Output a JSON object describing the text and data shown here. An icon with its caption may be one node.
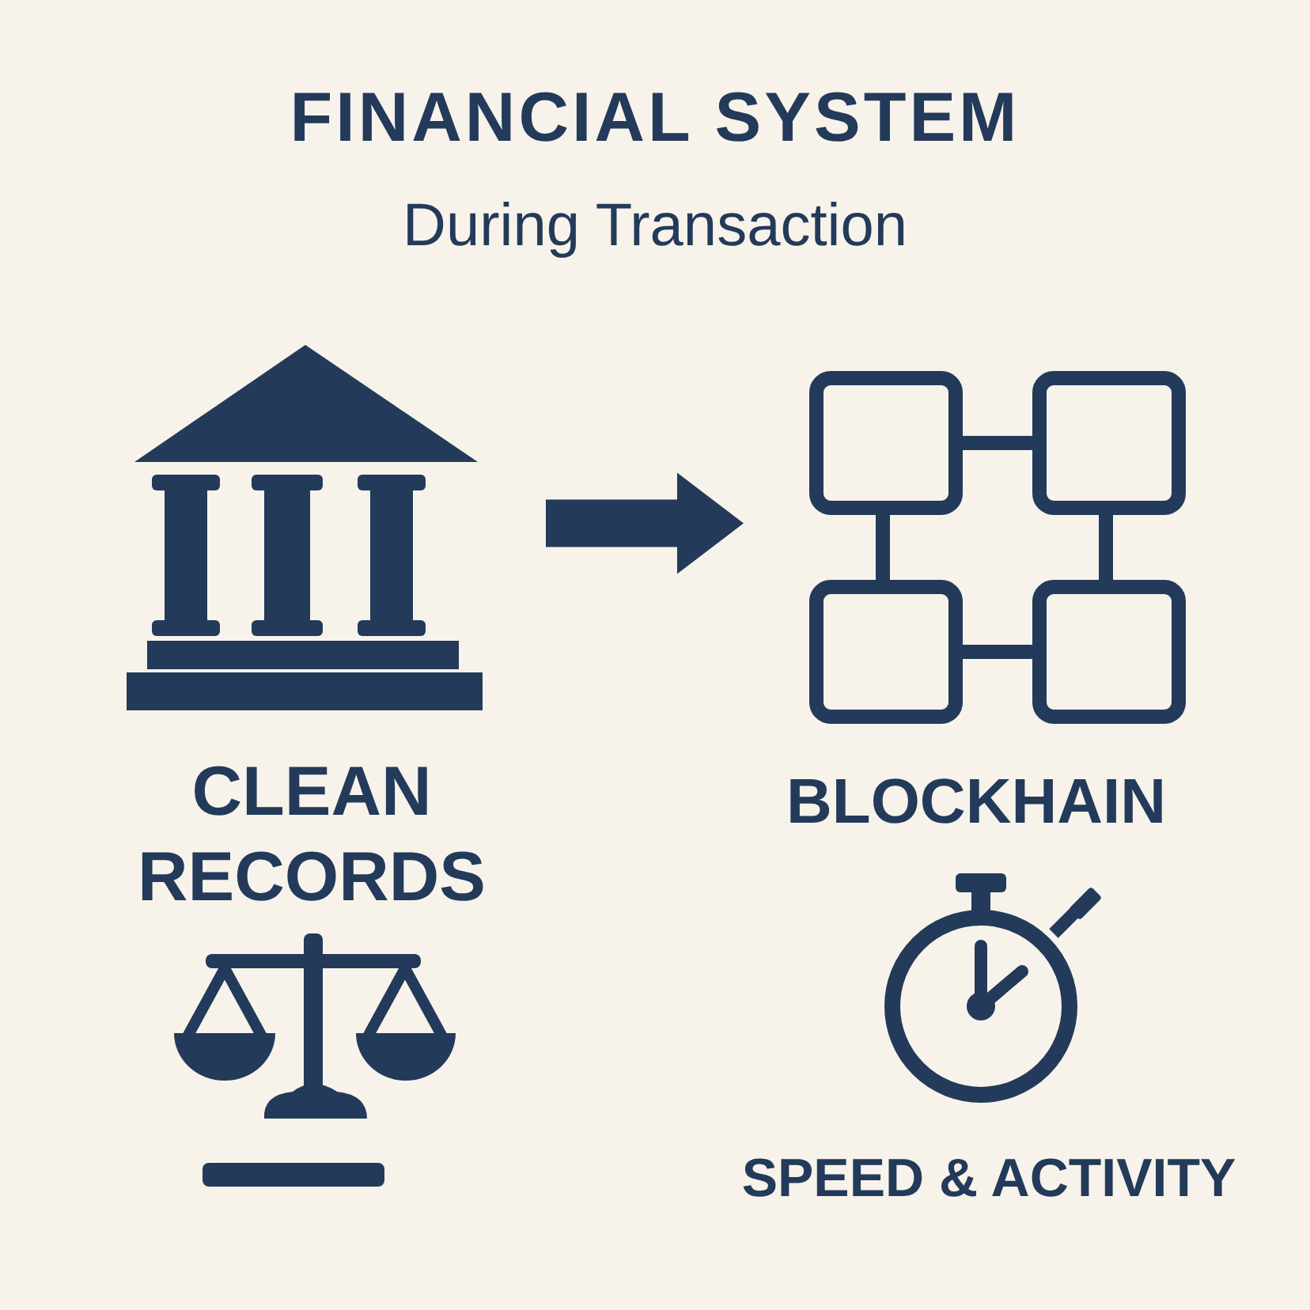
{
  "diagram": {
    "title": "FINANCIAL SYSTEM",
    "nodes": [
      {
        "text": [],
        "shape": "picture",
        "beside": [
          "CLEAN RECORDS"
        ]
      },
      {
        "text": [],
        "shape": "picture",
        "beside": [
          "BLOCKHAIN"
        ]
      }
    ],
    "edges": [
      {
        "from": 0,
        "to": 1,
        "arrow": "to",
        "style": "thick"
      }
    ],
    "labels": [
      "During Transaction",
      "SPEED & ACTIVITY"
    ]
  }
}
